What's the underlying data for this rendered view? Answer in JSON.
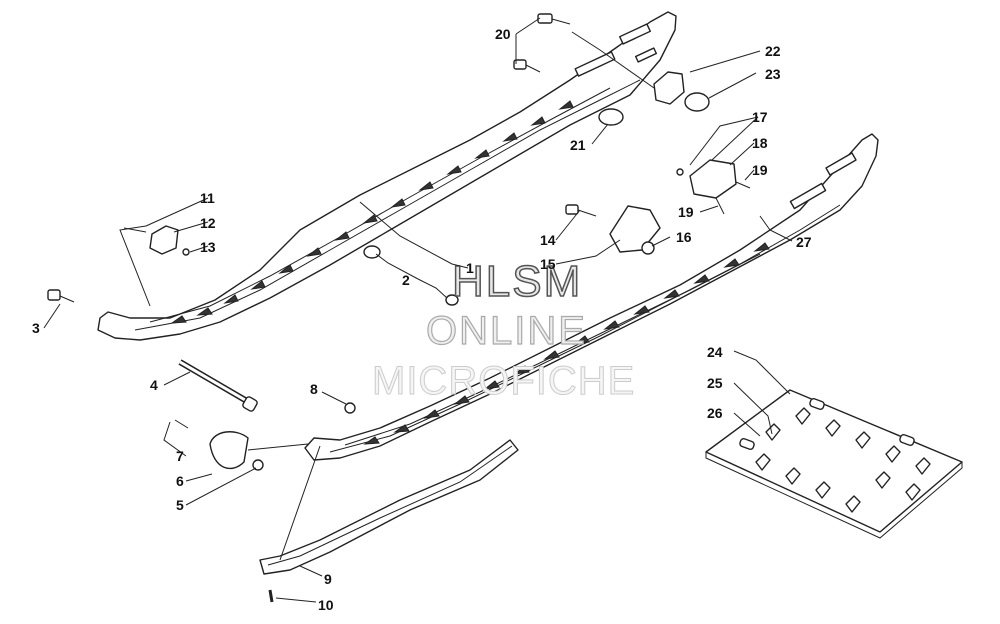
{
  "watermark": {
    "line1": "HLSM",
    "line2": "ONLINE",
    "line3": "MICROFICHE"
  },
  "callouts": [
    "1",
    "2",
    "3",
    "4",
    "5",
    "6",
    "7",
    "8",
    "9",
    "10",
    "11",
    "12",
    "13",
    "14",
    "15",
    "16",
    "17",
    "18",
    "19",
    "19",
    "20",
    "21",
    "22",
    "23",
    "24",
    "25",
    "26",
    "27"
  ]
}
